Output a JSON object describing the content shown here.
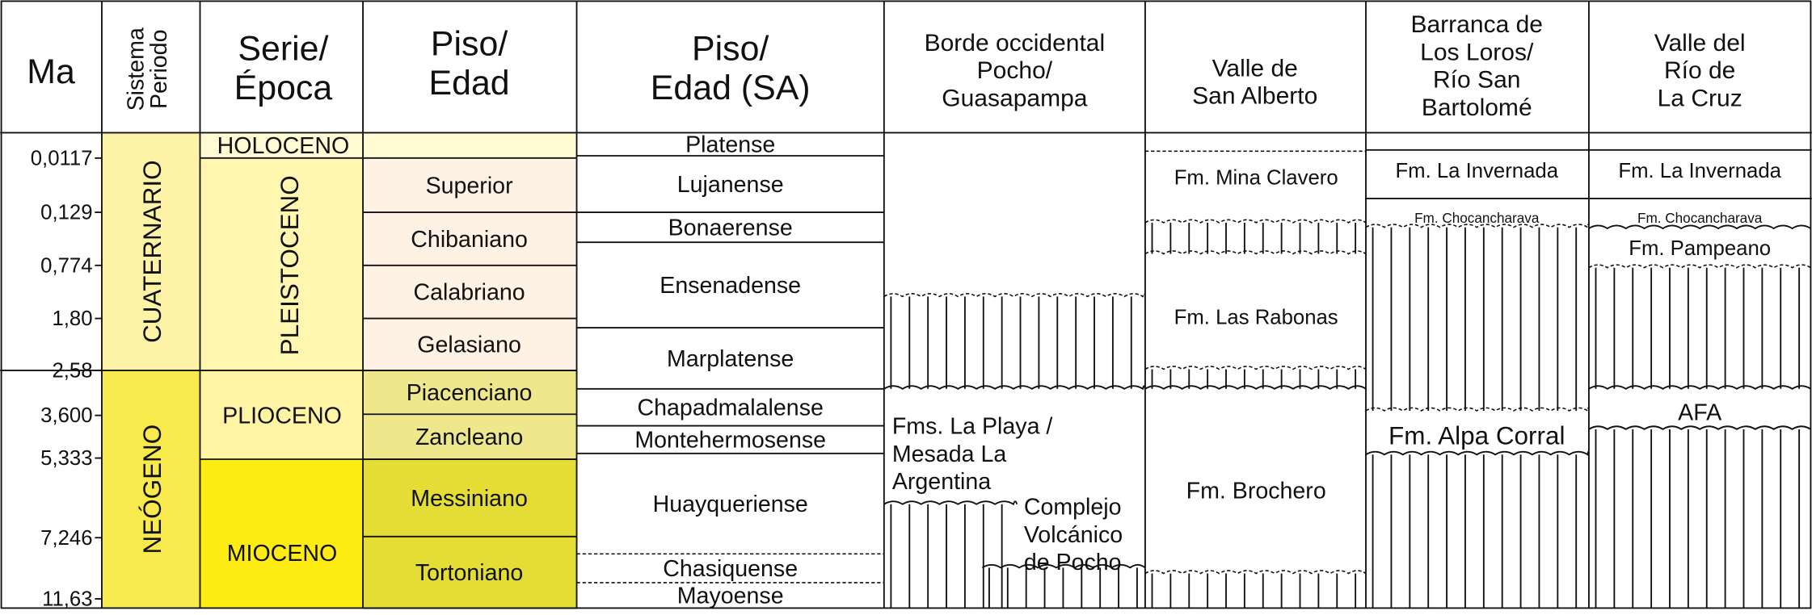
{
  "headers": {
    "ma": "Ma",
    "sistema": [
      "Sistema",
      "Periodo"
    ],
    "serie": [
      "Serie/",
      "Época"
    ],
    "piso": [
      "Piso/",
      "Edad"
    ],
    "piso_sa": [
      "Piso/",
      "Edad (SA)"
    ],
    "borde": [
      "Borde occidental",
      "Pocho/",
      "Guasapampa"
    ],
    "valle_sa": [
      "Valle de",
      "San Alberto"
    ],
    "barranca": [
      "Barranca de",
      "Los Loros/",
      "Río San",
      "Bartolomé"
    ],
    "valle_rio": [
      "Valle del",
      "Río de",
      "La Cruz"
    ]
  },
  "ma_ticks": [
    "0,0117",
    "0,129",
    "0,774",
    "1,80",
    "2,58",
    "3,600",
    "5,333",
    "7,246",
    "11,63"
  ],
  "sistema": [
    "CUATERNARIO",
    "NEÓGENO"
  ],
  "serie": [
    "HOLOCENO",
    "PLEISTOCENO",
    "PLIOCENO",
    "MIOCENO"
  ],
  "piso": [
    "Superior",
    "Chibaniano",
    "Calabriano",
    "Gelasiano",
    "Piacenciano",
    "Zancleano",
    "Messiniano",
    "Tortoniano"
  ],
  "piso_sa": [
    "Platense",
    "Lujanense",
    "Bonaerense",
    "Ensenadense",
    "Marplatense",
    "Chapadmalalense",
    "Montehermosense",
    "Huayqueriense",
    "Chasiquense",
    "Mayoense"
  ],
  "borde": {
    "playa": [
      "Fms. La Playa /",
      "Mesada La",
      "Argentina"
    ],
    "complejo": [
      "Complejo",
      "Volcánico",
      "de Pocho"
    ]
  },
  "valle_sa": [
    "Fm. Mina Clavero",
    "Fm. Las Rabonas",
    "Fm. Brochero"
  ],
  "barranca": [
    "Fm. La Invernada",
    "Fm. Chocancharava",
    "Fm. Alpa Corral"
  ],
  "valle_rio": [
    "Fm. La Invernada",
    "Fm. Chocancharava",
    "Fm. Pampeano",
    "AFA"
  ],
  "colors": {
    "cuaternario": "#FDF3A6",
    "neogeno": "#F8E94C",
    "holoceno": "#FFFBD2",
    "pleistoceno": "#FFF7B0",
    "plioceno": "#FFF4A4",
    "mioceno": "#FFEB14",
    "pleist_stages": "#FDF2E4",
    "plio_stages": "#EEE78C",
    "mio_stages": "#E3DD36"
  }
}
